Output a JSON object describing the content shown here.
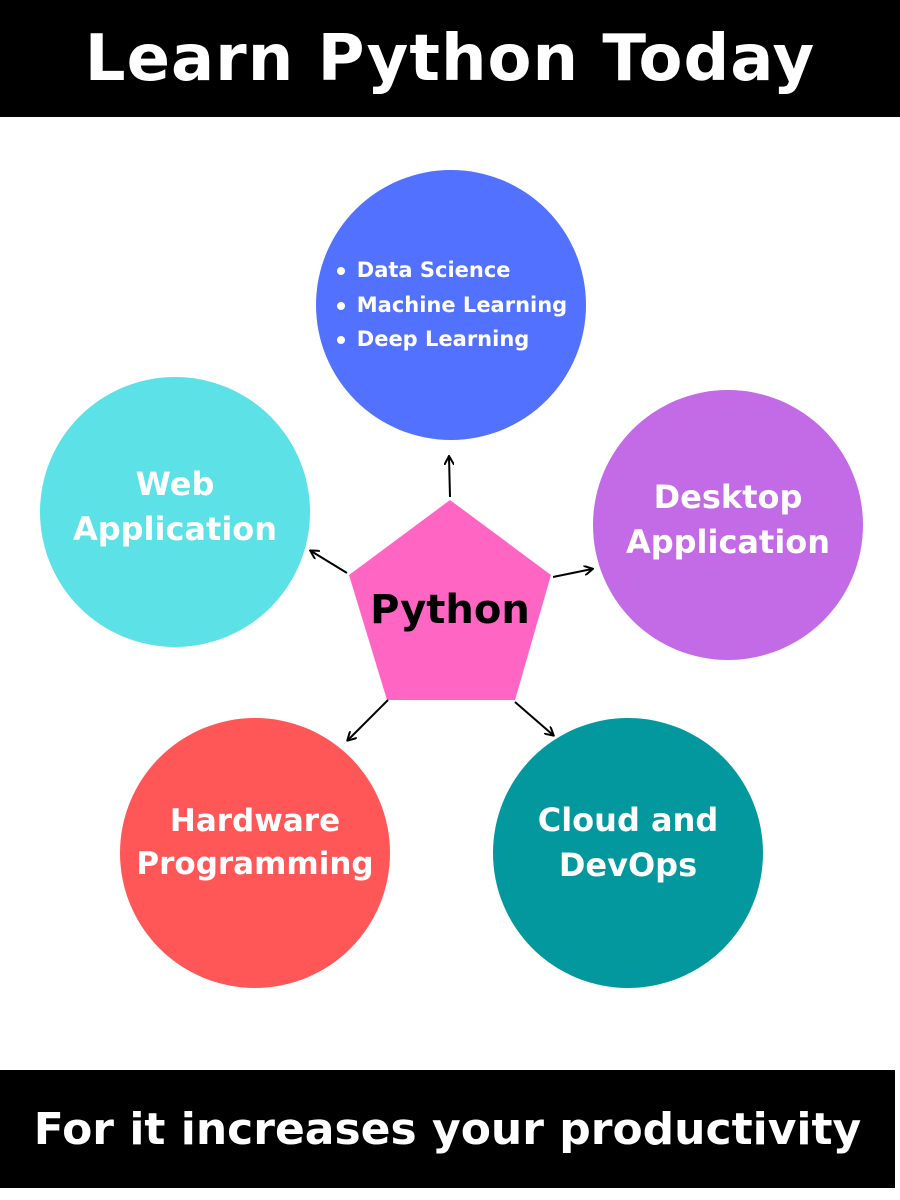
{
  "header": {
    "title": "Learn Python Today",
    "background": "#000000",
    "text_color": "#ffffff"
  },
  "footer": {
    "text": "For it increases your productivity",
    "background": "#000000",
    "text_color": "#ffffff"
  },
  "center": {
    "label": "Python",
    "color": "#ff66c4",
    "shape": "pentagon"
  },
  "nodes": {
    "data": {
      "items": [
        "Data Science",
        "Machine Learning",
        "Deep Learning"
      ],
      "color": "#5271ff"
    },
    "web": {
      "label": "Web\nApplication",
      "color": "#5ce1e6"
    },
    "desktop": {
      "label": "Desktop\nApplication",
      "color": "#c36ae6"
    },
    "hardware": {
      "label": "Hardware\nProgramming",
      "color": "#ff5757"
    },
    "cloud": {
      "label": "Cloud and\nDevOps",
      "color": "#03989e"
    }
  },
  "arrow_color": "#000000"
}
